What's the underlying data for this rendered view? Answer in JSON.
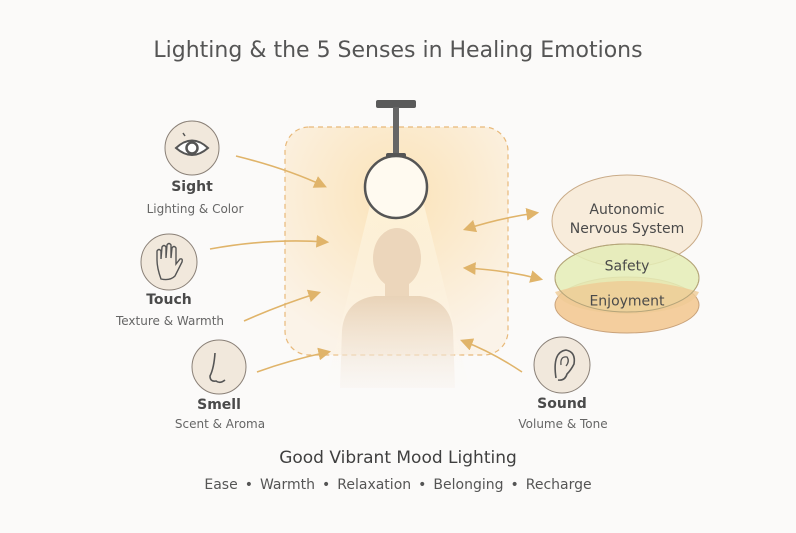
{
  "title": "Lighting & the 5 Senses in Healing Emotions",
  "senses": [
    {
      "name": "Sight",
      "sub": "Lighting & Color",
      "icon": "eye-icon"
    },
    {
      "name": "Touch",
      "sub": "Texture & Warmth",
      "icon": "hand-icon"
    },
    {
      "name": "Smell",
      "sub": "Scent & Aroma",
      "icon": "nose-icon"
    },
    {
      "name": "Sound",
      "sub": "Volume & Tone",
      "icon": "ear-icon"
    }
  ],
  "responses": {
    "ans_line1": "Autonomic",
    "ans_line2": "Nervous System",
    "safety": "Safety",
    "enjoyment": "Enjoyment"
  },
  "footer": {
    "heading": "Good Vibrant Mood Lighting",
    "tags": [
      "Ease",
      "Warmth",
      "Relaxation",
      "Belonging",
      "Recharge"
    ],
    "separator": "•"
  },
  "colors": {
    "arrow": "#e0b46a",
    "ans": "#f7ead6",
    "safety": "#e4ecb8",
    "enjoyment": "#f2c48e",
    "icon_bg": "#f1e8dc"
  }
}
